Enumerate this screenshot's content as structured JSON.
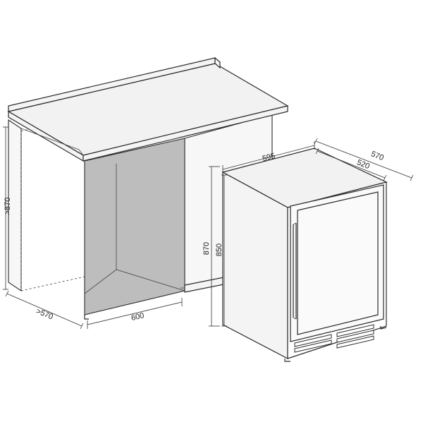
{
  "diagram": {
    "cabinet_dims": {
      "height": ">870",
      "depth": ">570",
      "width": "600"
    },
    "appliance_dims": {
      "width": "595",
      "depth_total": "570",
      "depth_body": "520",
      "height_total": "870",
      "height_body": "850"
    }
  }
}
